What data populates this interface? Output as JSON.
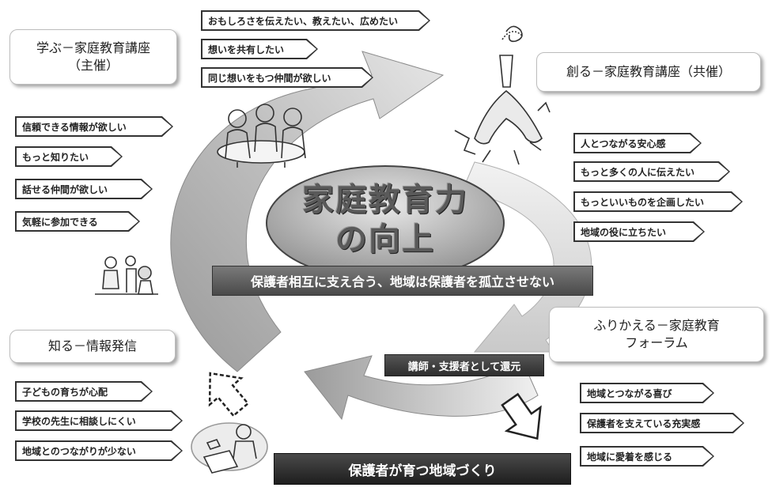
{
  "center": {
    "title_line1": "家庭教育力",
    "title_line2": "の向上",
    "banner": "保護者相互に支え合う、地域は保護者を孤立させない"
  },
  "boxes": {
    "learn": {
      "line1": "学ぶ－家庭教育講座",
      "line2": "（主催）"
    },
    "create": {
      "line1": "創る－家庭教育講座（共催）"
    },
    "know": {
      "line1": "知る－情報発信"
    },
    "reflect": {
      "line1": "ふりかえる－家庭教育",
      "line2": "フォーラム"
    }
  },
  "top_tags": [
    "おもしろさを伝えたい、教えたい、広めたい",
    "想いを共有したい",
    "同じ想いをもつ仲間が欲しい"
  ],
  "left_tags": [
    "信頼できる情報が欲しい",
    "もっと知りたい",
    "話せる仲間が欲しい",
    "気軽に参加できる"
  ],
  "right_tags": [
    "人とつながる安心感",
    "もっと多くの人に伝えたい",
    "もっといいものを企画したい",
    "地域の役に立ちたい"
  ],
  "bottom_left_tags": [
    "子どもの育ちが心配",
    "学校の先生に相談しにくい",
    "地域とのつながりが少ない"
  ],
  "bottom_right_tags": [
    "地域とつながる喜び",
    "保護者を支えている充実感",
    "地域に愛着を感じる"
  ],
  "return_label": "講師・支援者として還元",
  "bottom_banner": "保護者が育つ地域づくり"
}
